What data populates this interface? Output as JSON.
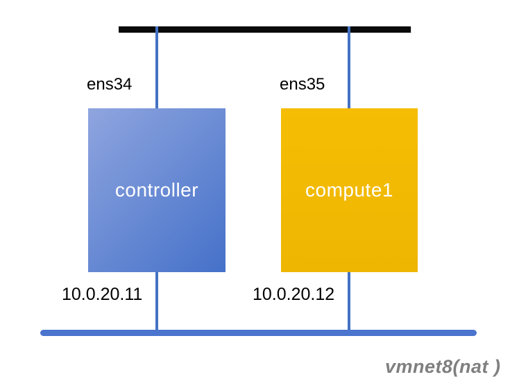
{
  "nodes": [
    {
      "label": "controller",
      "interface": "ens34",
      "ip": "10.0.20.11"
    },
    {
      "label": "compute1",
      "interface": "ens35",
      "ip": "10.0.20.12"
    }
  ],
  "buses": {
    "top": {
      "color": "#0a0a0a"
    },
    "bottom": {
      "label": "vmnet8(nat )",
      "color": "#4a74ce"
    }
  },
  "colors": {
    "connector": "#4472c4",
    "controller_gradient_start": "#8fa5df",
    "controller_gradient_end": "#4571c9",
    "compute_gradient_start": "#f5bd03",
    "compute_gradient_end": "#eeb601",
    "node_label_text": "#ffffff",
    "interface_ip_text": "#000000",
    "caption_text": "#7f7f7f"
  }
}
